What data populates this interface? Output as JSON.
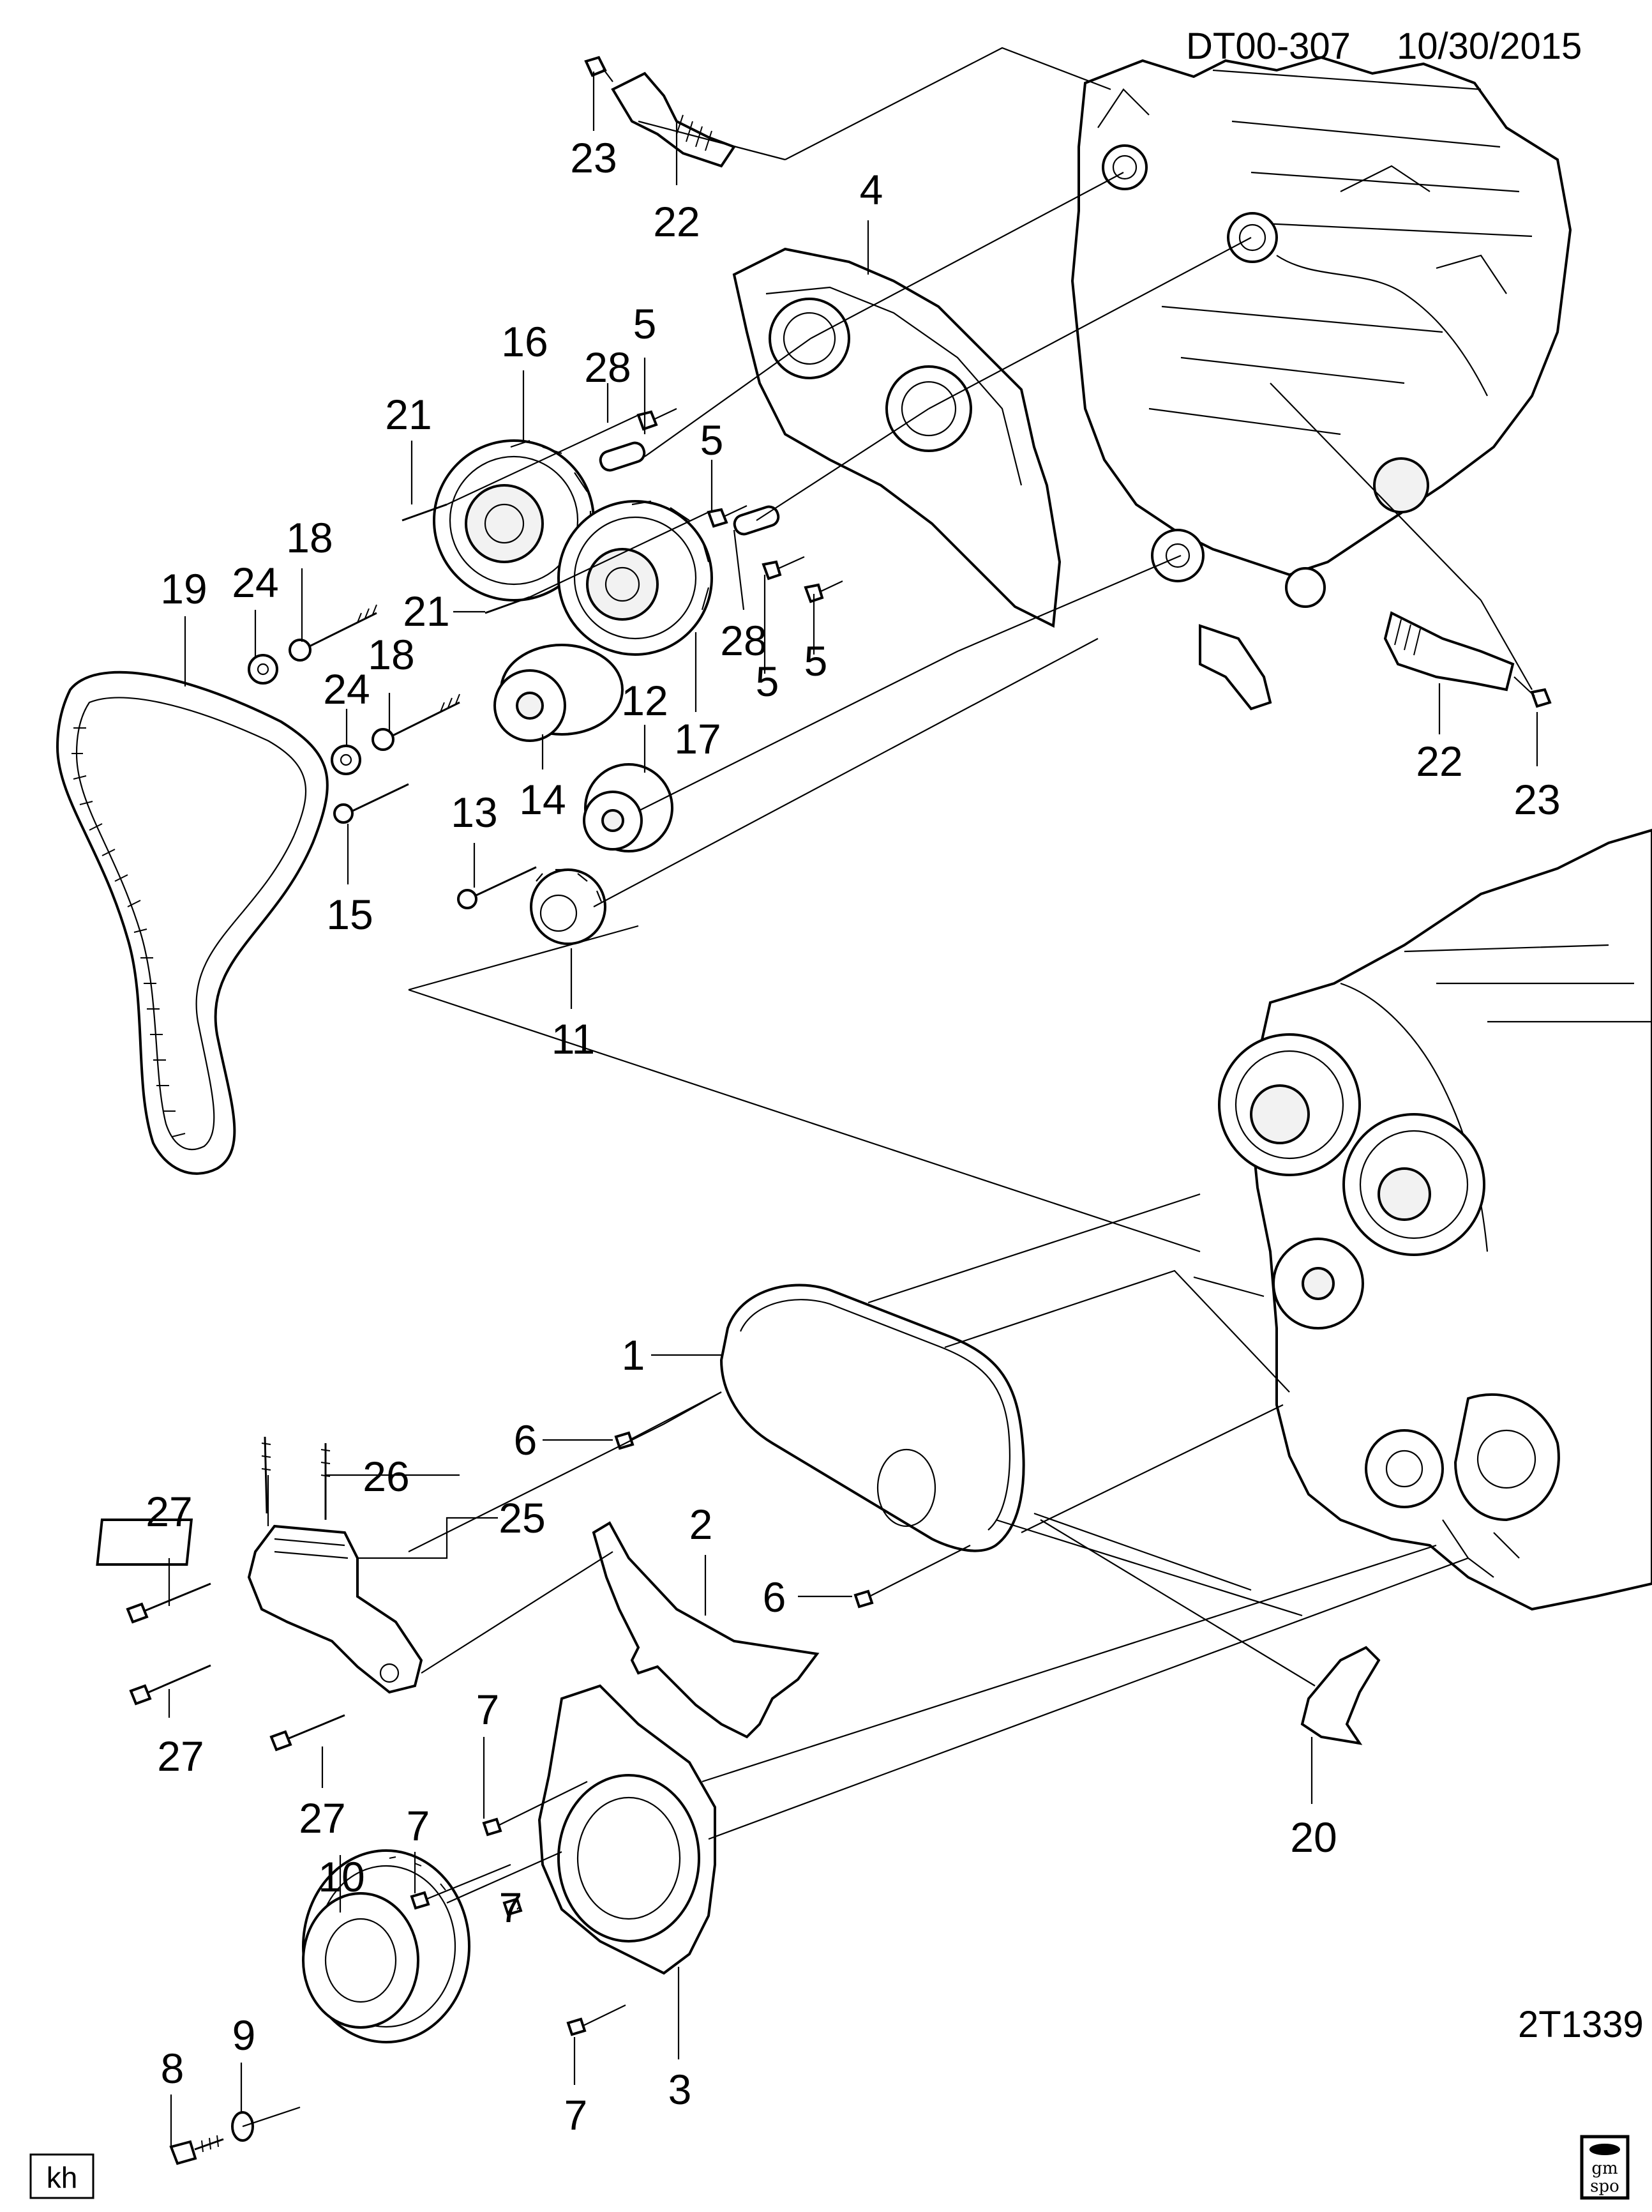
{
  "header": {
    "doc_id": "DT00-307",
    "date": "10/30/2015"
  },
  "footer": {
    "figure_code": "2T1339",
    "author_tag": "kh",
    "logo_text": [
      "gm",
      "spo"
    ]
  },
  "callouts": [
    "23",
    "22",
    "4",
    "5",
    "28",
    "16",
    "21",
    "5",
    "18",
    "24",
    "19",
    "21",
    "28",
    "5",
    "5",
    "18",
    "24",
    "12",
    "17",
    "14",
    "15",
    "13",
    "22",
    "23",
    "11",
    "1",
    "6",
    "26",
    "25",
    "27",
    "2",
    "6",
    "27",
    "7",
    "27",
    "20",
    "7",
    "10",
    "7",
    "9",
    "8",
    "3",
    "7"
  ]
}
